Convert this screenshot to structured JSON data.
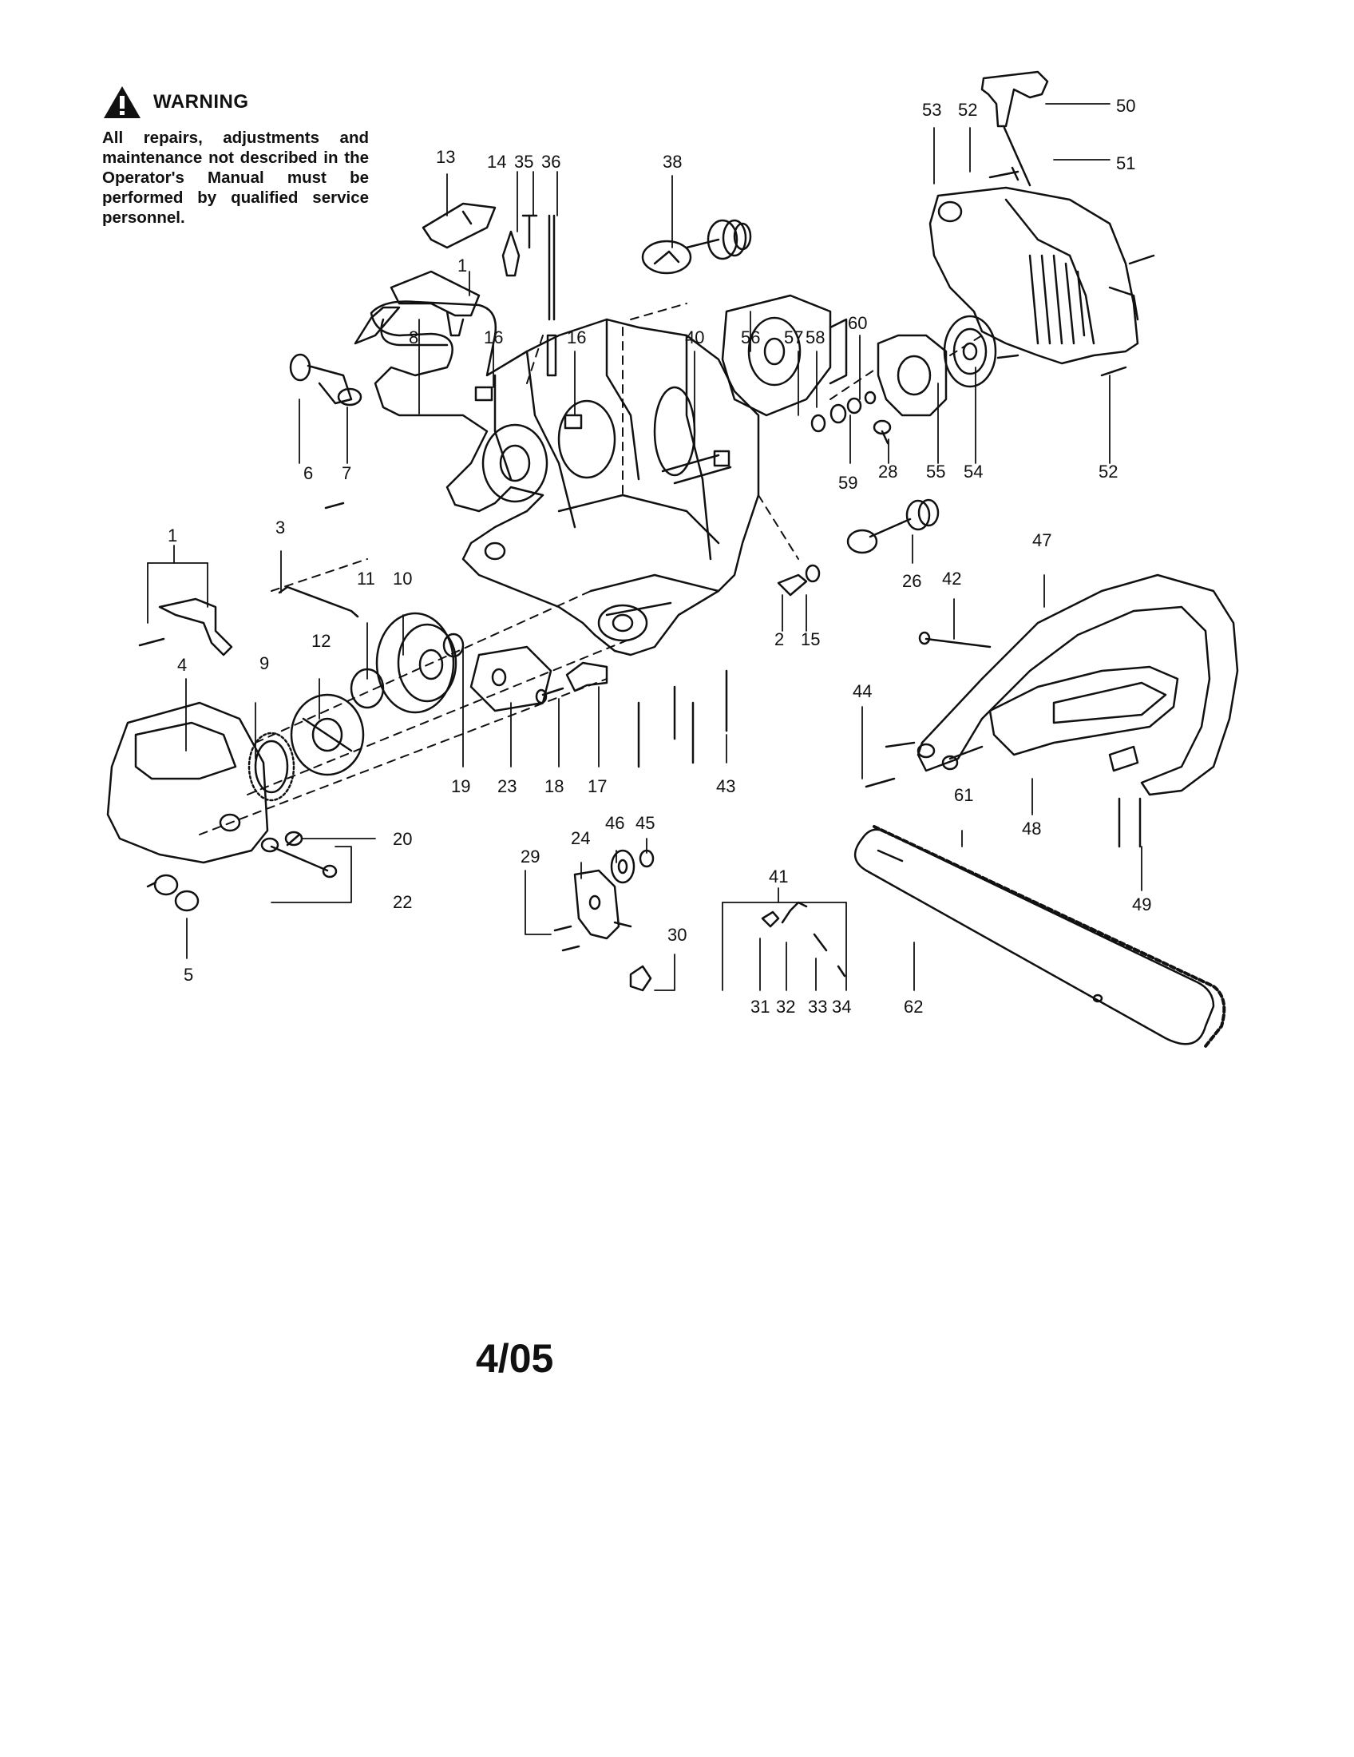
{
  "warning": {
    "icon": "warning-triangle-icon",
    "title": "WARNING",
    "text": "All repairs, adjustments and maintenance not described in the Operator's Manual must be performed by qualified service personnel."
  },
  "part_numbers": [
    "1",
    "2",
    "3",
    "4",
    "5",
    "6",
    "7",
    "8",
    "9",
    "10",
    "11",
    "12",
    "13",
    "14",
    "15",
    "16",
    "17",
    "18",
    "19",
    "20",
    "22",
    "23",
    "24",
    "26",
    "28",
    "29",
    "30",
    "31",
    "32",
    "33",
    "34",
    "35",
    "36",
    "38",
    "40",
    "41",
    "42",
    "43",
    "44",
    "45",
    "46",
    "47",
    "48",
    "49",
    "50",
    "51",
    "52",
    "53",
    "54",
    "55",
    "56",
    "57",
    "58",
    "59",
    "60",
    "61",
    "62"
  ],
  "footer": {
    "date_code": "4/05"
  }
}
